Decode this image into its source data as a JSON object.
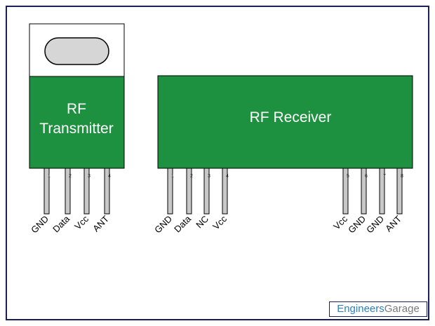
{
  "colors": {
    "frame": "#1a1f5c",
    "module_green": "#1e9140",
    "pin_fill": "#c8c8c8",
    "tab_window": "#d6d6d6"
  },
  "transmitter": {
    "title_line1": "RF",
    "title_line2": "Transmitter",
    "pins": [
      {
        "num": "1",
        "label": "GND"
      },
      {
        "num": "2",
        "label": "Data"
      },
      {
        "num": "3",
        "label": "Vcc"
      },
      {
        "num": "4",
        "label": "ANT"
      }
    ]
  },
  "receiver": {
    "title": "RF Receiver",
    "pins": [
      {
        "num": "1",
        "label": "GND"
      },
      {
        "num": "2",
        "label": "Data"
      },
      {
        "num": "3",
        "label": "NC"
      },
      {
        "num": "4",
        "label": "Vcc"
      },
      {
        "num": "5",
        "label": "Vcc"
      },
      {
        "num": "6",
        "label": "GND"
      },
      {
        "num": "7",
        "label": "GND"
      },
      {
        "num": "8",
        "label": "ANT"
      }
    ]
  },
  "brand": {
    "part1": "Engineers",
    "part2": "Garage"
  }
}
